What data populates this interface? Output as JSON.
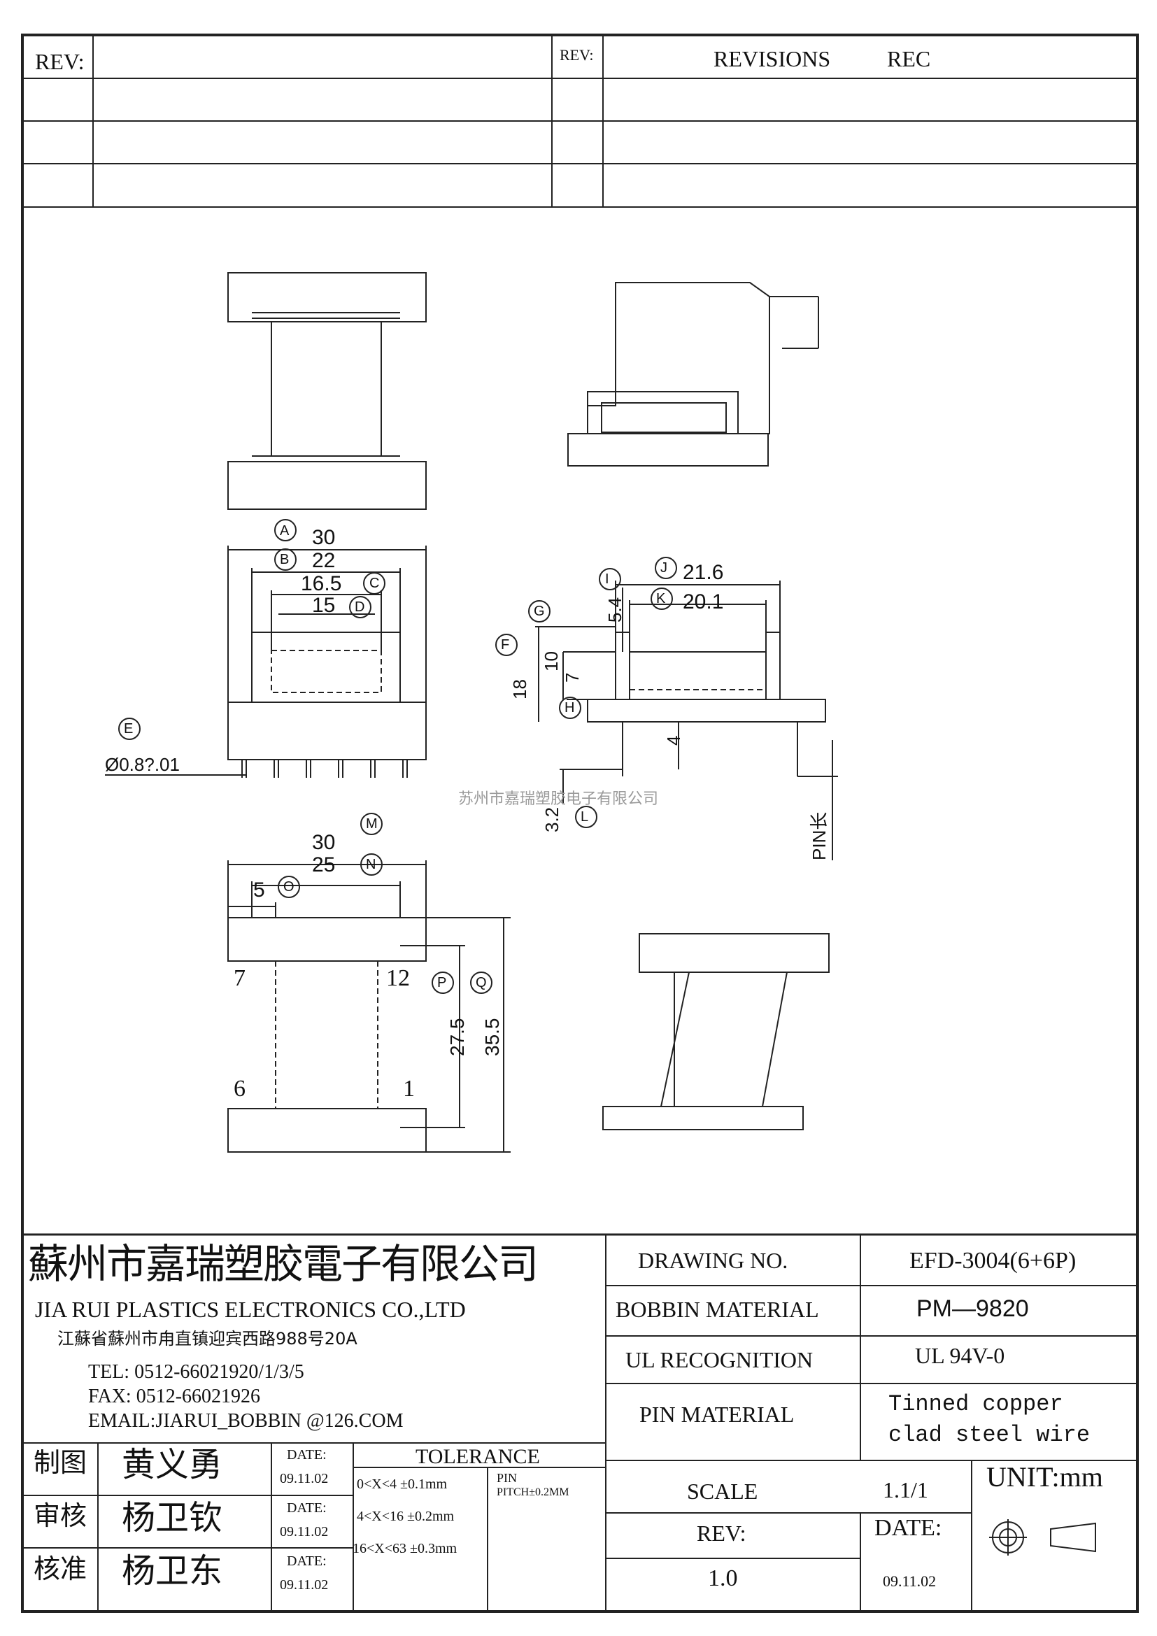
{
  "revision_table": {
    "rev_label": "REV:",
    "rev_label_2": "REV:",
    "revisions_label": "REVISIONS",
    "rec_label": "REC"
  },
  "drawing": {
    "dims_front": {
      "A": "A",
      "a_val": "30",
      "B": "B",
      "b_val": "22",
      "C": "C",
      "c_val": "16.5",
      "D": "D",
      "d_val": "15",
      "E": "E",
      "e_val": "Ø0.8?.01"
    },
    "dims_side": {
      "I": "I",
      "i_val": "5.4",
      "J": "J",
      "j_val": "21.6",
      "K": "K",
      "k_val": "20.1",
      "G": "G",
      "g_val": "10",
      "F": "F",
      "f_val": "18",
      "H": "H",
      "h_val": "7",
      "four_val": "4",
      "L": "L",
      "l_val": "3.2",
      "pin_len": "PIN长"
    },
    "dims_bottom": {
      "M": "M",
      "m_val": "30",
      "N": "N",
      "n_val": "25",
      "O": "O",
      "o_val": "5",
      "P": "P",
      "p_val": "27.5",
      "Q": "Q",
      "q_val": "35.5"
    },
    "pin_numbers": {
      "p1": "1",
      "p6": "6",
      "p7": "7",
      "p12": "12"
    },
    "watermark_text": "苏州市嘉瑞塑胶电子有限公司"
  },
  "title_block": {
    "company_cn": "蘇州市嘉瑞塑胶電子有限公司",
    "company_en": "JIA RUI PLASTICS ELECTRONICS CO.,LTD",
    "address": "江蘇省蘇州市甪直镇迎宾西路988号20A",
    "tel": "TEL: 0512-66021920/1/3/5",
    "fax": "FAX: 0512-66021926",
    "email": "EMAIL:JIARUI_BOBBIN @126.COM",
    "drawing_no_label": "DRAWING  NO.",
    "drawing_no": "EFD-3004(6+6P)",
    "bobbin_material_label": "BOBBIN  MATERIAL",
    "bobbin_material": "PM—9820",
    "ul_label": "UL RECOGNITION",
    "ul_value": "UL 94V-0",
    "pin_material_label": "PIN MATERIAL",
    "pin_material_1": "Tinned copper",
    "pin_material_2": "clad steel wire",
    "scale_label": "SCALE",
    "scale_value": "1.1/1",
    "unit": "UNIT:mm",
    "rev_label": "REV:",
    "rev_value": "1.0",
    "date_label": "DATE:",
    "date_value": "09.11.02",
    "tolerance_label": "TOLERANCE",
    "tol_1": "0<X<4  ±0.1mm",
    "tol_2": "4<X<16 ±0.2mm",
    "tol_3": "16<X<63 ±0.3mm",
    "pin_label": "PIN",
    "pin_pitch": "PITCH±0.2MM",
    "roles": [
      {
        "role": "制图",
        "name": "黄义勇",
        "date_label": "DATE:",
        "date": "09.11.02"
      },
      {
        "role": "审核",
        "name": "杨卫钦",
        "date_label": "DATE:",
        "date": "09.11.02"
      },
      {
        "role": "核准",
        "name": "杨卫东",
        "date_label": "DATE:",
        "date": "09.11.02"
      }
    ]
  }
}
